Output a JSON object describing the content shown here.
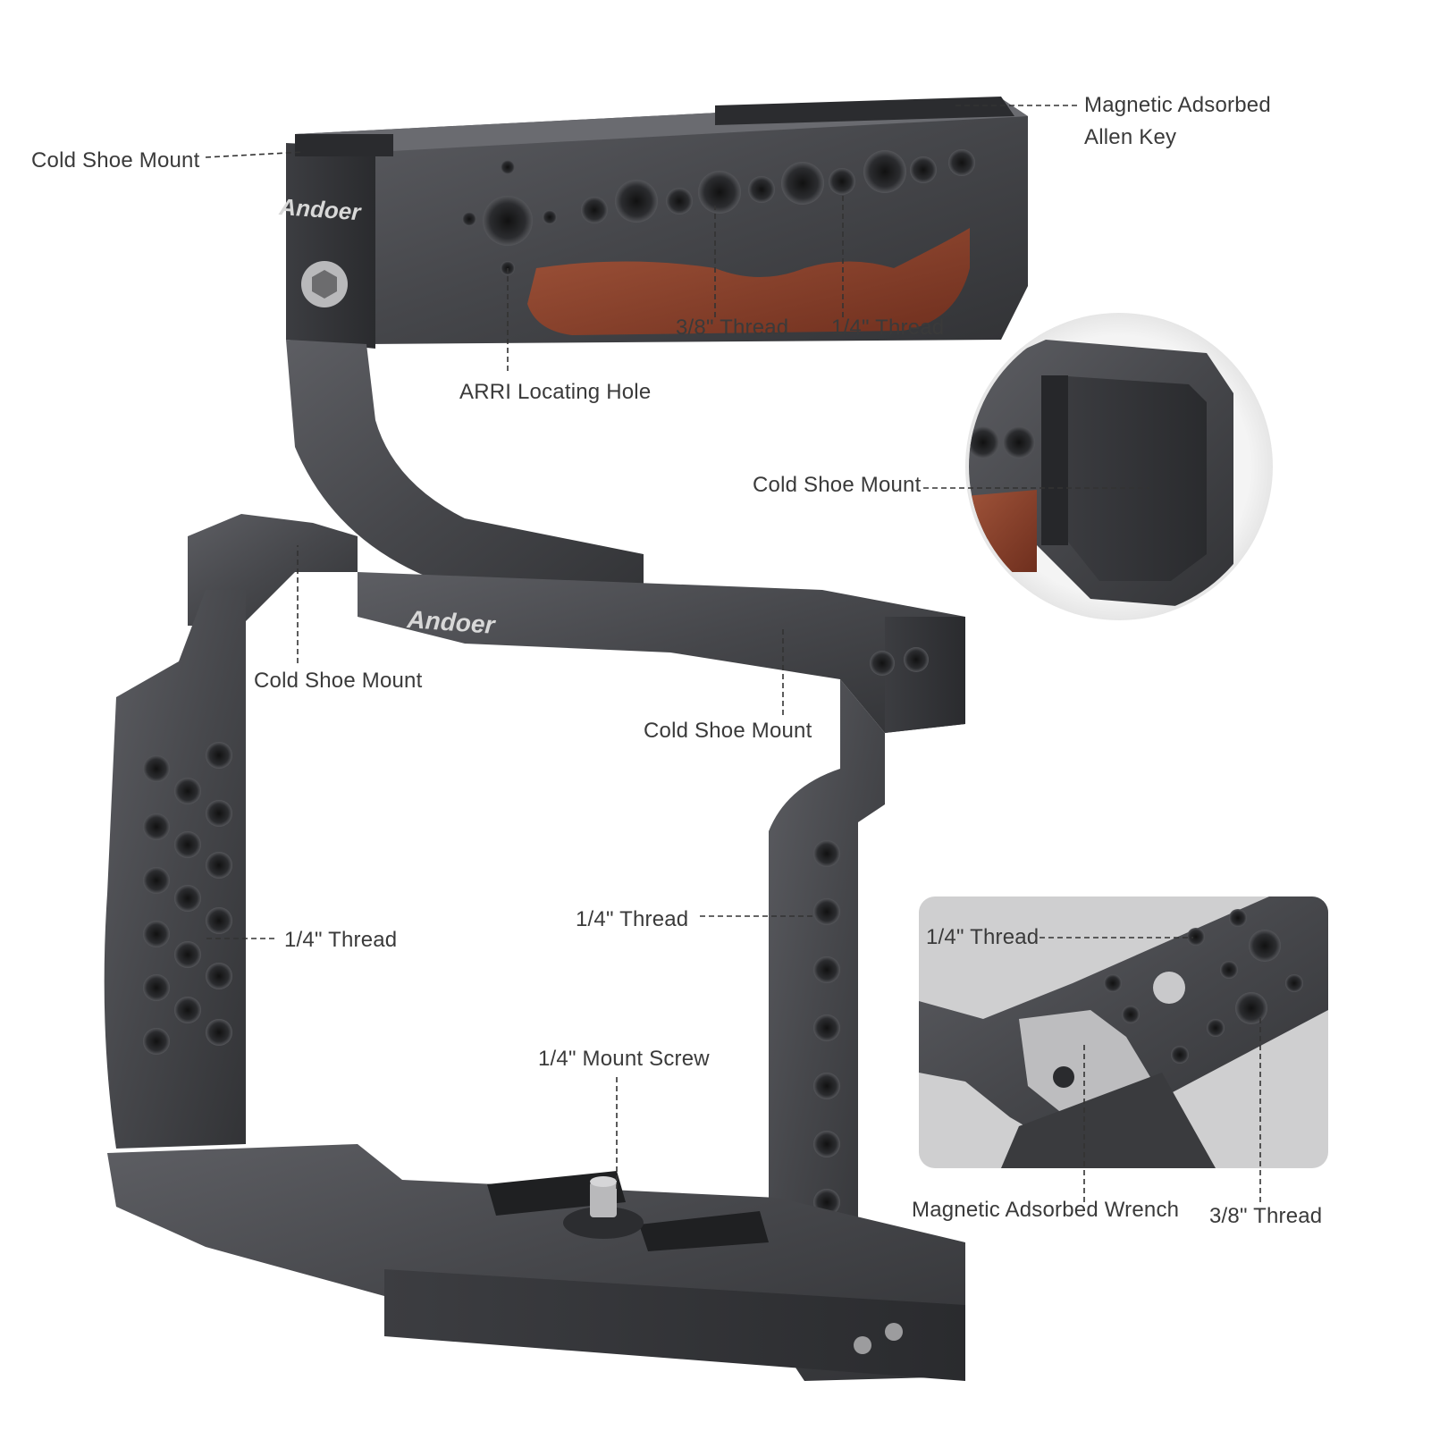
{
  "brand": {
    "logo_text": "Andoer",
    "metal_color": "#4a4b4f",
    "wood_color": "#8a3f2a"
  },
  "callouts": {
    "cold_shoe_top_left": "Cold Shoe Mount",
    "allen_key_line1": "Magnetic Adsorbed",
    "allen_key_line2": "Allen Key",
    "thread_38_top": "3/8\" Thread",
    "thread_14_top": "1/4\" Thread",
    "arri_hole": "ARRI Locating Hole",
    "cold_shoe_detail": "Cold Shoe Mount",
    "cold_shoe_cage_left": "Cold Shoe Mount",
    "cold_shoe_cage_right": "Cold Shoe Mount",
    "thread_14_left_side": "1/4\" Thread",
    "thread_14_right_side": "1/4\" Thread",
    "mount_screw": "1/4\" Mount Screw",
    "thread_14_inset": "1/4\" Thread",
    "wrench": "Magnetic Adsorbed Wrench",
    "thread_38_inset": "3/8\" Thread"
  }
}
